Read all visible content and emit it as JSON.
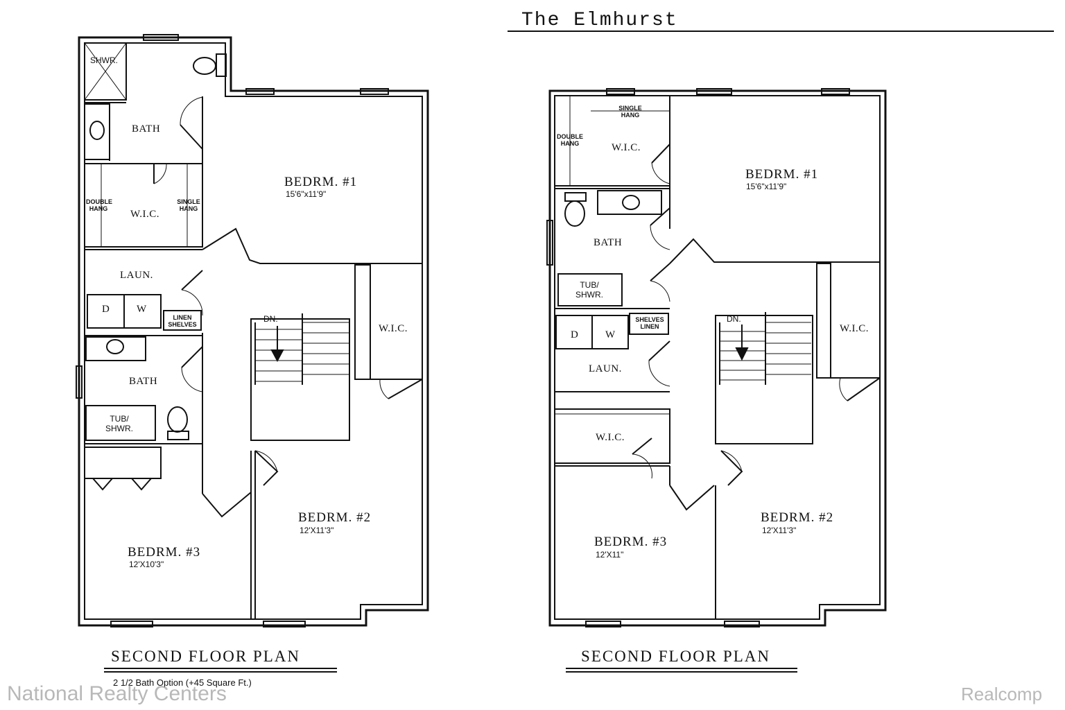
{
  "header": {
    "title": "The Elmhurst"
  },
  "left_plan": {
    "caption": "SECOND FLOOR PLAN",
    "note": "2 1/2 Bath Option (+45 Square Ft.)",
    "rooms": {
      "shower": "SHWR.",
      "master_bath": "BATH",
      "wic_master": "W.I.C.",
      "double_hang": "DOUBLE HANG",
      "single_hang": "SINGLE HANG",
      "bedroom1": "BEDRM. #1",
      "bedroom1_dim": "15'6\"x11'9\"",
      "laundry": "LAUN.",
      "dryer": "D",
      "washer": "W",
      "linen": "LINEN SHELVES",
      "hall_bath": "BATH",
      "tub": "TUB/ SHWR.",
      "stair": "DN.",
      "wic2": "W.I.C.",
      "bedroom2": "BEDRM. #2",
      "bedroom2_dim": "12'X11'3\"",
      "bedroom3": "BEDRM. #3",
      "bedroom3_dim": "12'X10'3\""
    }
  },
  "right_plan": {
    "caption": "SECOND FLOOR PLAN",
    "rooms": {
      "single_hang": "SINGLE HANG",
      "double_hang": "DOUBLE HANG",
      "wic_master": "W.I.C.",
      "bedroom1": "BEDRM. #1",
      "bedroom1_dim": "15'6\"x11'9\"",
      "bath": "BATH",
      "tub": "TUB/ SHWR.",
      "shelves": "SHELVES LINEN",
      "dryer": "D",
      "washer": "W",
      "laundry": "LAUN.",
      "stair": "DN.",
      "wic2": "W.I.C.",
      "wic3": "W.I.C.",
      "bedroom2": "BEDRM. #2",
      "bedroom2_dim": "12'X11'3\"",
      "bedroom3": "BEDRM. #3",
      "bedroom3_dim": "12'X11\""
    }
  },
  "watermarks": {
    "left": "National Realty Centers",
    "right": "Realcomp"
  }
}
